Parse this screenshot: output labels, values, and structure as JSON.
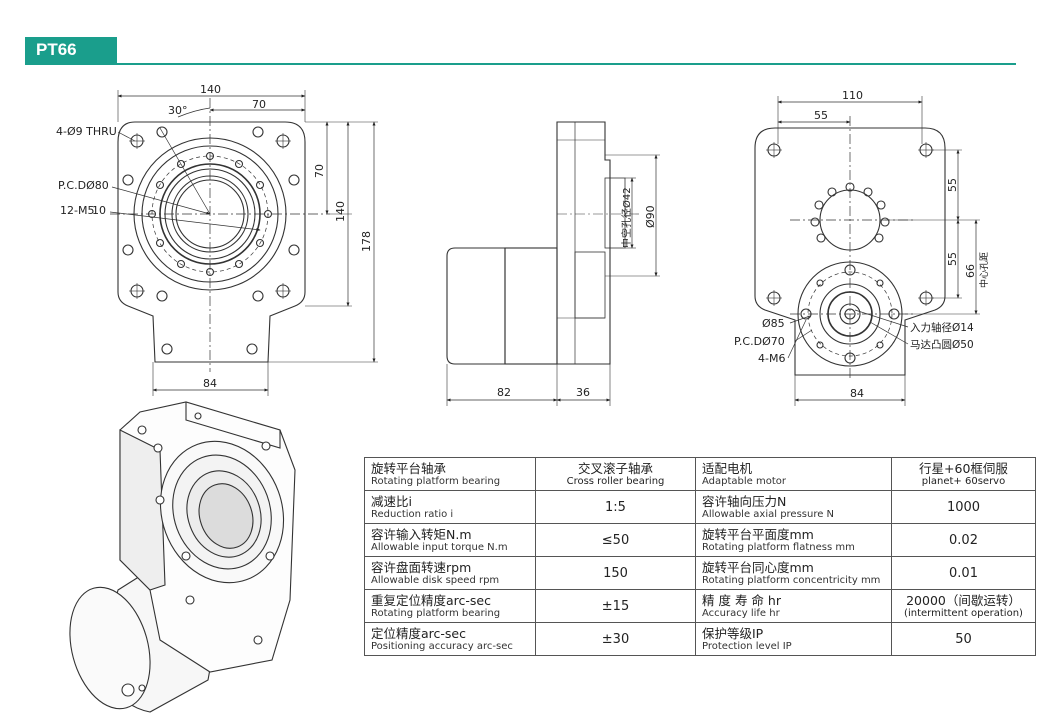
{
  "header": {
    "title": "PT66"
  },
  "front_view": {
    "dim_width": "140",
    "dim_half": "70",
    "angle": "30°",
    "holes": "4-Ø9 THRU",
    "pcd": "P.C.DØ80",
    "tapped": "12-M5",
    "dim_10": "10",
    "dim_v70": "70",
    "dim_v140": "140",
    "dim_v178": "178",
    "dim_bottom": "84"
  },
  "side_view": {
    "dim_82": "82",
    "dim_36": "36",
    "bore_label": "中空孔径Ø42",
    "dim_90": "Ø90"
  },
  "rear_view": {
    "dim_110": "110",
    "dim_55_top": "55",
    "dim_55_r1": "55",
    "dim_55_r2": "55",
    "dim_66": "66",
    "center_label": "中心孔距",
    "d85": "Ø85",
    "pcd70": "P.C.DØ70",
    "m6": "4-M6",
    "input_shaft": "入力轴径Ø14",
    "motor_boss": "马达凸圆Ø50",
    "dim_84": "84"
  },
  "spec_table": {
    "rows": [
      {
        "l_zh": "旋转平台轴承",
        "l_en": "Rotating platform bearing",
        "v1_zh": "交叉滚子轴承",
        "v1_en": "Cross roller bearing",
        "r_zh": "适配电机",
        "r_en": "Adaptable motor",
        "v2_zh": "行星+60框伺服",
        "v2_en": "planet+ 60servo"
      },
      {
        "l_zh": "减速比i",
        "l_en": "Reduction ratio i",
        "v1": "1:5",
        "r_zh": "容许轴向压力N",
        "r_en": "Allowable axial pressure N",
        "v2": "1000"
      },
      {
        "l_zh": "容许输入转矩N.m",
        "l_en": "Allowable input torque N.m",
        "v1": "≤50",
        "r_zh": "旋转平台平面度mm",
        "r_en": "Rotating platform flatness mm",
        "v2": "0.02"
      },
      {
        "l_zh": "容许盘面转速rpm",
        "l_en": "Allowable disk speed rpm",
        "v1": "150",
        "r_zh": "旋转平台同心度mm",
        "r_en": "Rotating platform concentricity mm",
        "v2": "0.01"
      },
      {
        "l_zh": "重复定位精度arc-sec",
        "l_en": "Rotating platform bearing",
        "v1": "±15",
        "r_zh": "精 度 寿 命 hr",
        "r_en": "Accuracy life hr",
        "v2_zh": "20000（间歇运转）",
        "v2_en": "(intermittent operation)"
      },
      {
        "l_zh": "定位精度arc-sec",
        "l_en": " Positioning accuracy arc-sec",
        "v1": "±30",
        "r_zh": "保护等级IP",
        "r_en": "Protection level IP",
        "v2": "50"
      }
    ]
  }
}
